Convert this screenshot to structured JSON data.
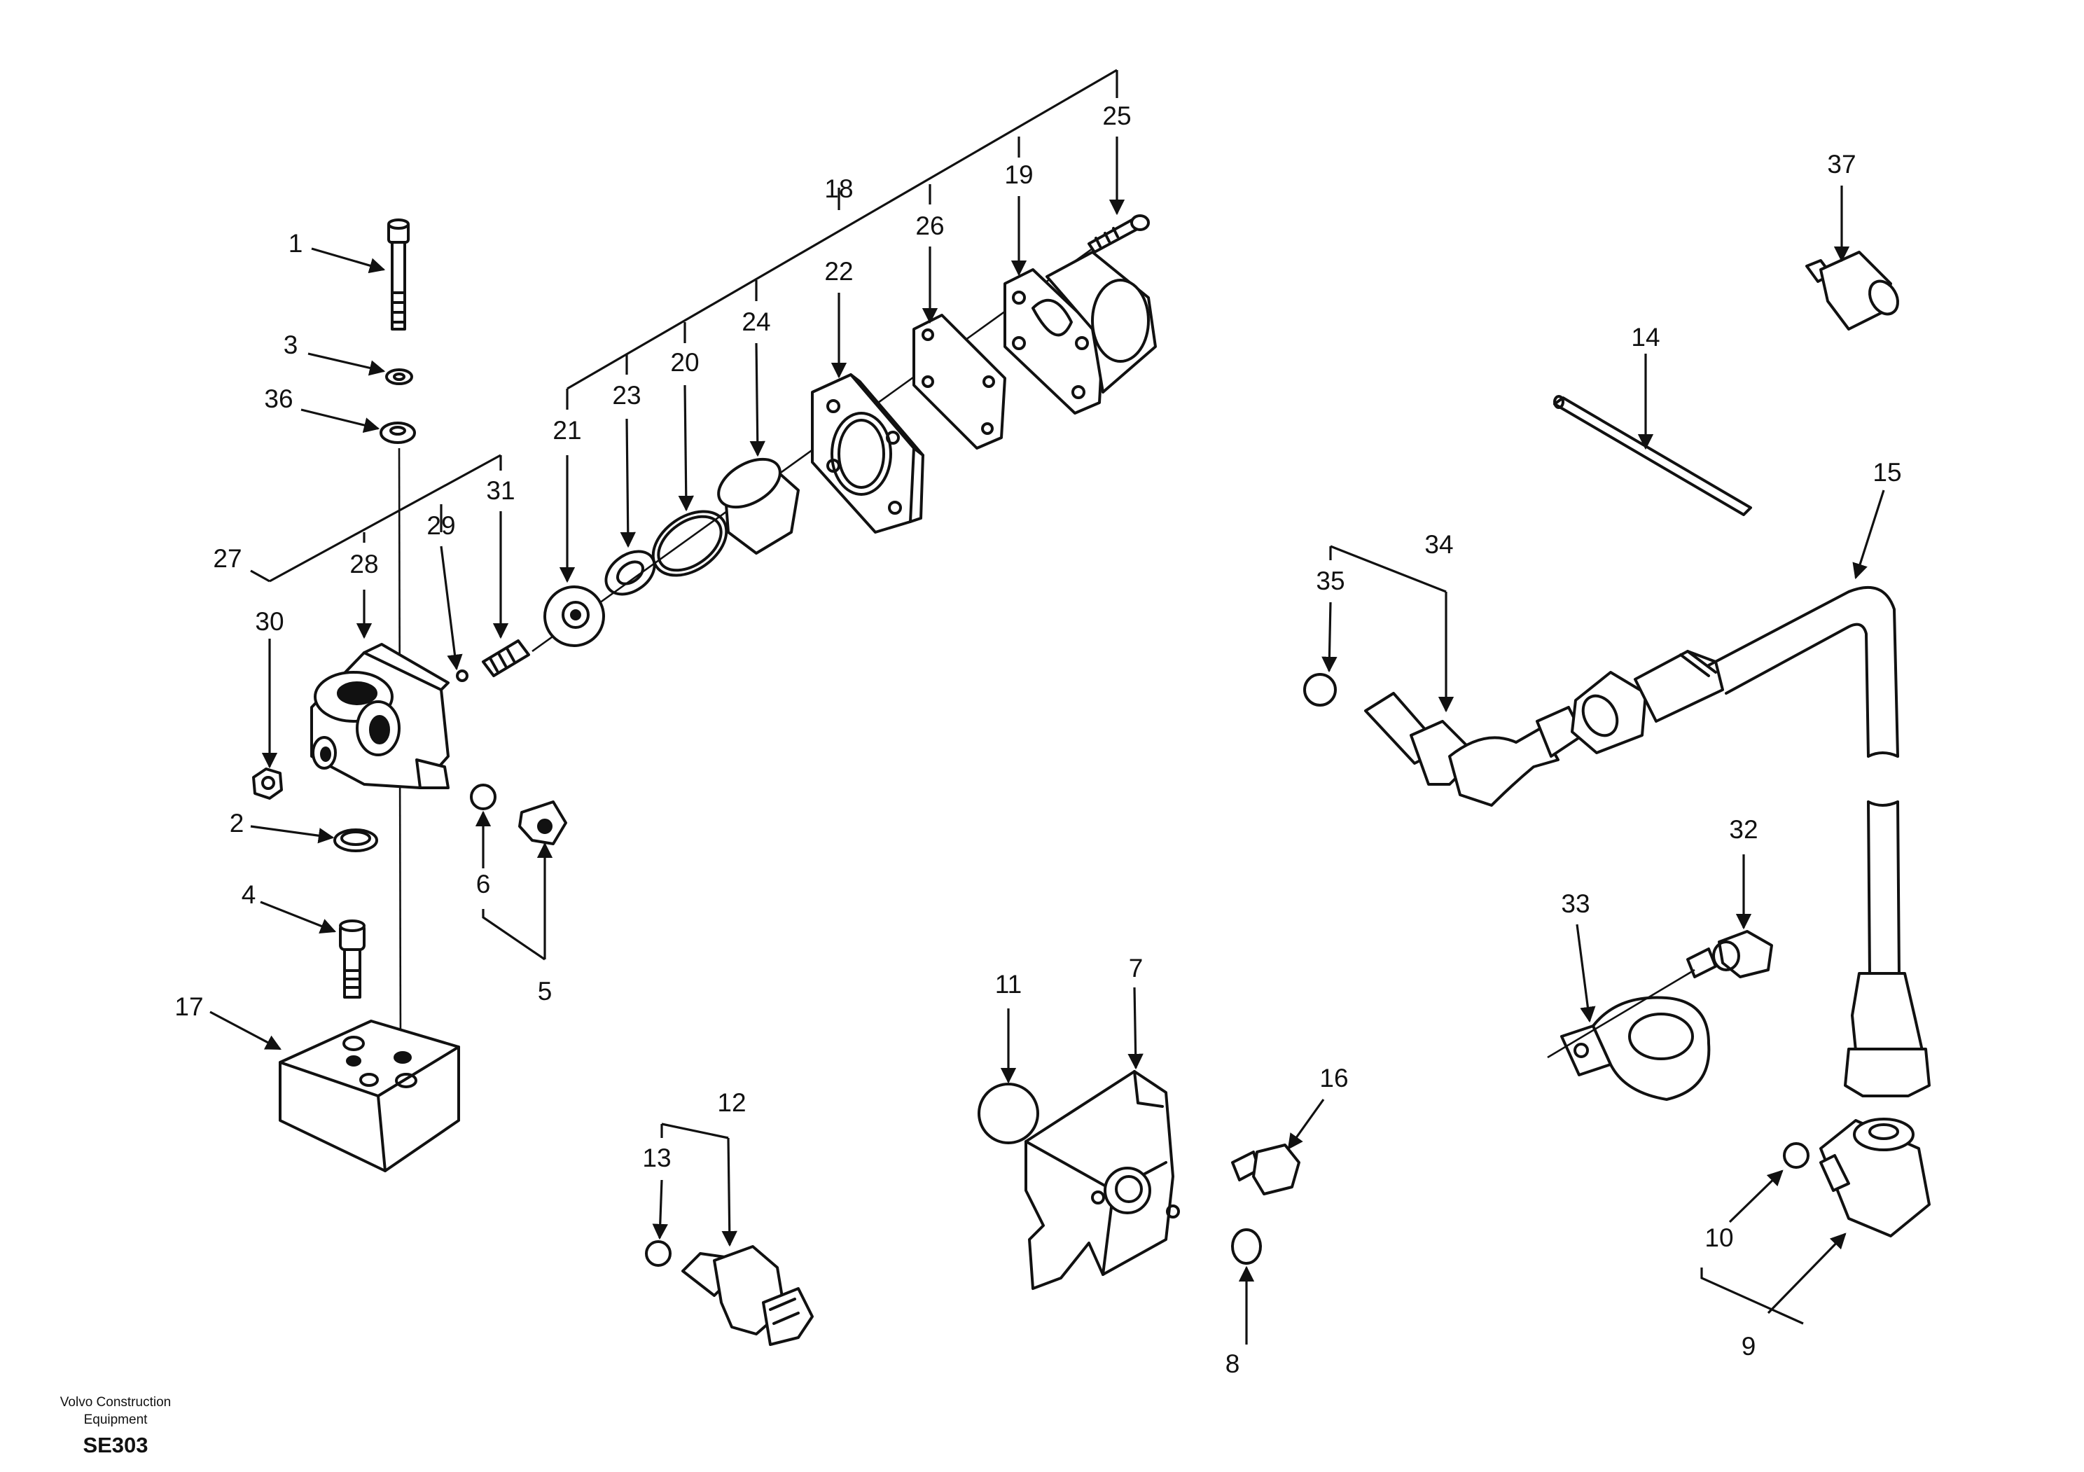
{
  "footer": {
    "company_line1": "Volvo Construction",
    "company_line2": "Equipment",
    "code": "SE303"
  },
  "callouts": {
    "c1": "1",
    "c2": "2",
    "c3": "3",
    "c4": "4",
    "c5": "5",
    "c6": "6",
    "c7": "7",
    "c8": "8",
    "c9": "9",
    "c10": "10",
    "c11": "11",
    "c12": "12",
    "c13": "13",
    "c14": "14",
    "c15": "15",
    "c16": "16",
    "c17": "17",
    "c18": "18",
    "c19": "19",
    "c20": "20",
    "c21": "21",
    "c22": "22",
    "c23": "23",
    "c24": "24",
    "c25": "25",
    "c26": "26",
    "c27": "27",
    "c28": "28",
    "c29": "29",
    "c30": "30",
    "c31": "31",
    "c32": "32",
    "c33": "33",
    "c34": "34",
    "c35": "35",
    "c36": "36",
    "c37": "37"
  }
}
